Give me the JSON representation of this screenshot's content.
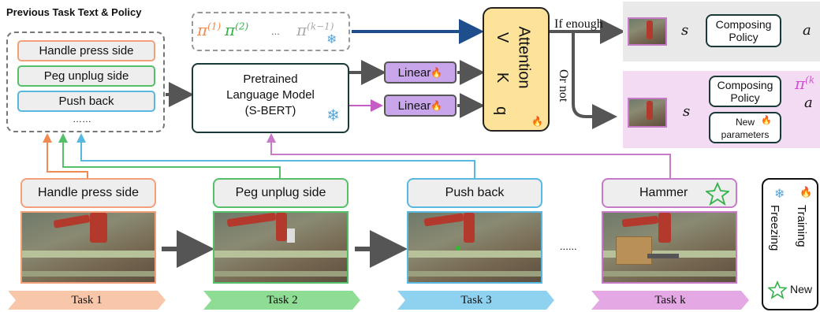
{
  "previous_section": {
    "title": "Previous Task Text & Policy",
    "tasks": [
      "Handle press side",
      "Peg unplug side",
      "Push back"
    ],
    "ellipsis": "……"
  },
  "policy_set": {
    "terms": [
      "π^(1)",
      "π^(2)",
      "...",
      "π^(k−1)"
    ],
    "colors": [
      "#f08a50",
      "#34b24a",
      "#888888",
      "#aaaaaa"
    ]
  },
  "plm": {
    "line1": "Pretrained",
    "line2": "Language Model",
    "line3": "(S-BERT)"
  },
  "linear_label": "Linear",
  "attention": {
    "title": "Attention",
    "v": "V",
    "k": "K",
    "q": "q"
  },
  "branch": {
    "if_enough": "If enough",
    "or_not": "Or not"
  },
  "top_panel": {
    "s": "s",
    "box": "Composing Policy",
    "a": "a"
  },
  "bottom_panel": {
    "s": "s",
    "composing": "Composing Policy",
    "new_params_line1": "New",
    "new_params_line2": "parameters",
    "pi_k": "π^(k",
    "a": "a"
  },
  "task_cards": [
    {
      "label": "Handle press side",
      "color": "#f2a07a"
    },
    {
      "label": "Peg unplug side",
      "color": "#55c06a"
    },
    {
      "label": "Push back",
      "color": "#58b8e0"
    },
    {
      "label": "Hammer",
      "color": "#c77ac7"
    }
  ],
  "banners": [
    {
      "label": "Task 1",
      "color": "#f8c6a8"
    },
    {
      "label": "Task 2",
      "color": "#8fdc94"
    },
    {
      "label": "Task 3",
      "color": "#8fd2f0"
    },
    {
      "label": "Task k",
      "color": "#e4a8e4"
    }
  ],
  "ellipsis_mid": "......",
  "legend": {
    "training": "Training",
    "freezing": "Freezing",
    "new": "New"
  },
  "icons": [
    "snowflake-icon",
    "flame-icon",
    "star-icon",
    "arrow-icon"
  ]
}
